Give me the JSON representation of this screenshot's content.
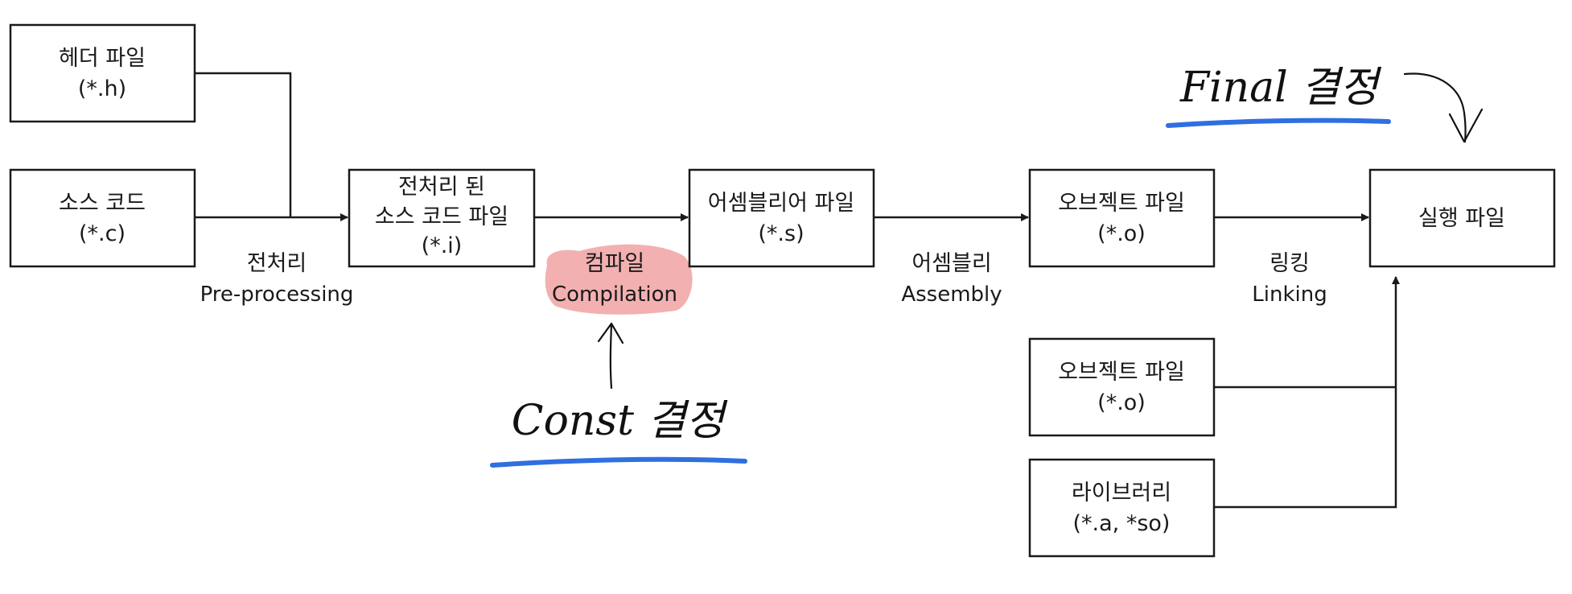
{
  "boxes": {
    "header": {
      "line1": "헤더 파일",
      "line2": "(*.h)"
    },
    "source": {
      "line1": "소스 코드",
      "line2": "(*.c)"
    },
    "preprocessed": {
      "line1": "전처리 된",
      "line2": "소스 코드 파일",
      "line3": "(*.i)"
    },
    "assembly": {
      "line1": "어셈블리어 파일",
      "line2": "(*.s)"
    },
    "object": {
      "line1": "오브젝트 파일",
      "line2": "(*.o)"
    },
    "executable": {
      "line1": "실행 파일"
    },
    "object2": {
      "line1": "오브젝트 파일",
      "line2": "(*.o)"
    },
    "library": {
      "line1": "라이브러리",
      "line2": "(*.a, *so)"
    }
  },
  "stages": {
    "preprocessing": {
      "ko": "전처리",
      "en": "Pre-processing"
    },
    "compilation": {
      "ko": "컴파일",
      "en": "Compilation"
    },
    "assembling": {
      "ko": "어셈블리",
      "en": "Assembly"
    },
    "linking": {
      "ko": "링킹",
      "en": "Linking"
    }
  },
  "annotations": {
    "const": "Const 결정",
    "final": "Final 결정"
  },
  "colors": {
    "highlight": "#f2a7a7",
    "underline": "#2f6fe0",
    "stroke": "#1a1a1a"
  }
}
